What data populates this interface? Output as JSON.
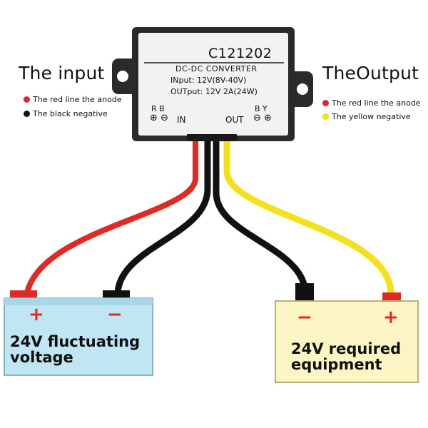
{
  "module": {
    "model": "C121202",
    "type": "DC-DC  CONVERTER",
    "input_spec": "INput: 12V(8V-40V)",
    "output_spec": "OUTput: 12V 2A(24W)",
    "in_terminals": {
      "letters": "R  B",
      "signs": "⊕ ⊖",
      "label": "IN"
    },
    "out_terminals": {
      "letters": "B  Y",
      "signs": "⊖ ⊕",
      "label": "OUT"
    }
  },
  "input_side": {
    "heading": "The input",
    "legend": [
      {
        "color": "#e0262a",
        "text": "The red line the anode"
      },
      {
        "color": "#111111",
        "text": "The black negative"
      }
    ]
  },
  "output_side": {
    "heading": "TheOutput",
    "legend": [
      {
        "color": "#e0262a",
        "text": "The red line the anode"
      },
      {
        "color": "#f3e21a",
        "text": "The yellow negative"
      }
    ]
  },
  "source_battery": {
    "plus": "+",
    "minus": "−",
    "line1": "24V fluctuating",
    "line2": "voltage"
  },
  "load_battery": {
    "minus": "−",
    "plus": "+",
    "line1": "24V required",
    "line2": "equipment"
  },
  "colors": {
    "red_wire": "#e02a26",
    "black_wire": "#111111",
    "yellow_wire": "#f4e01c",
    "source_fill": "#bfe6f2",
    "load_fill": "#fbf5c3",
    "module_body": "#2a2a2a",
    "module_label": "#f2f2f2"
  }
}
